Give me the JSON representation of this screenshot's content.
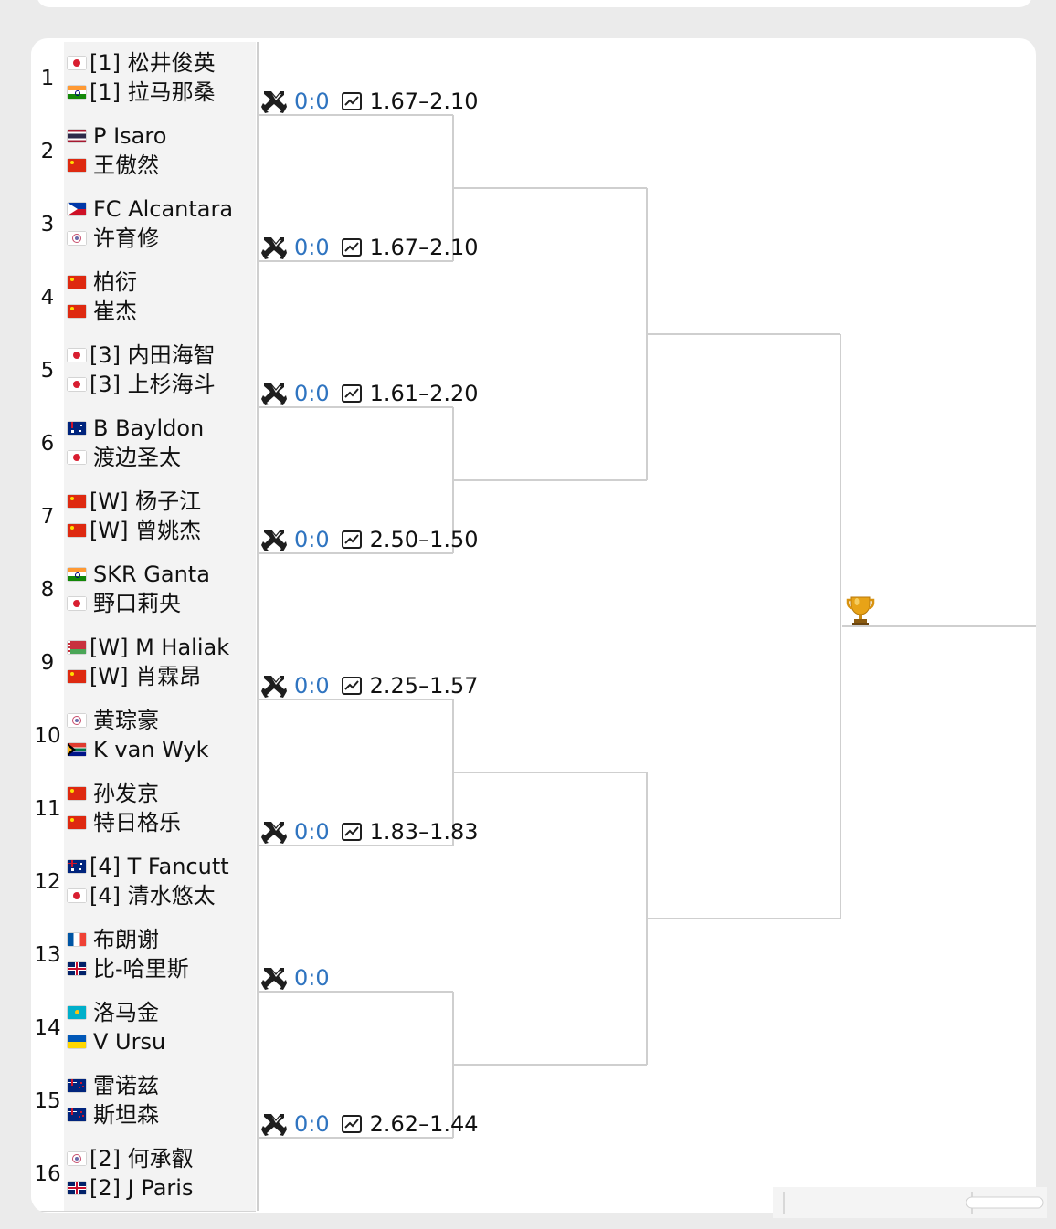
{
  "bracket": {
    "slots": [
      {
        "num": "1",
        "players": [
          {
            "name": "[1] 松井俊英",
            "flag": "jp",
            "seeded": true
          },
          {
            "name": "[1] 拉马那桑",
            "flag": "in",
            "seeded": true
          }
        ]
      },
      {
        "num": "2",
        "players": [
          {
            "name": "P Isaro",
            "flag": "th",
            "seeded": false
          },
          {
            "name": "王傲然",
            "flag": "cn",
            "seeded": false
          }
        ]
      },
      {
        "num": "3",
        "players": [
          {
            "name": "FC Alcantara",
            "flag": "ph",
            "seeded": false
          },
          {
            "name": "许育修",
            "flag": "tpe",
            "seeded": false
          }
        ]
      },
      {
        "num": "4",
        "players": [
          {
            "name": "柏衍",
            "flag": "cn",
            "seeded": false
          },
          {
            "name": "崔杰",
            "flag": "cn",
            "seeded": false
          }
        ]
      },
      {
        "num": "5",
        "players": [
          {
            "name": "[3] 内田海智",
            "flag": "jp",
            "seeded": true
          },
          {
            "name": "[3] 上杉海斗",
            "flag": "jp",
            "seeded": true
          }
        ]
      },
      {
        "num": "6",
        "players": [
          {
            "name": "B Bayldon",
            "flag": "au",
            "seeded": false
          },
          {
            "name": "渡边圣太",
            "flag": "jp",
            "seeded": false
          }
        ]
      },
      {
        "num": "7",
        "players": [
          {
            "name": "[W] 杨子江",
            "flag": "cn",
            "seeded": true
          },
          {
            "name": "[W] 曾姚杰",
            "flag": "cn",
            "seeded": true
          }
        ]
      },
      {
        "num": "8",
        "players": [
          {
            "name": "SKR Ganta",
            "flag": "in",
            "seeded": false
          },
          {
            "name": "野口莉央",
            "flag": "jp",
            "seeded": false
          }
        ]
      },
      {
        "num": "9",
        "players": [
          {
            "name": "[W] M Haliak",
            "flag": "by",
            "seeded": true
          },
          {
            "name": "[W] 肖霖昂",
            "flag": "cn",
            "seeded": true
          }
        ]
      },
      {
        "num": "10",
        "players": [
          {
            "name": "黄琮豪",
            "flag": "tpe",
            "seeded": false
          },
          {
            "name": "K van Wyk",
            "flag": "za",
            "seeded": false
          }
        ]
      },
      {
        "num": "11",
        "players": [
          {
            "name": "孙发京",
            "flag": "cn",
            "seeded": false
          },
          {
            "name": "特日格乐",
            "flag": "cn",
            "seeded": false
          }
        ]
      },
      {
        "num": "12",
        "players": [
          {
            "name": "[4] T Fancutt",
            "flag": "au",
            "seeded": true
          },
          {
            "name": "[4] 清水悠太",
            "flag": "jp",
            "seeded": true
          }
        ]
      },
      {
        "num": "13",
        "players": [
          {
            "name": "布朗谢",
            "flag": "fr",
            "seeded": false
          },
          {
            "name": "比-哈里斯",
            "flag": "gb",
            "seeded": false
          }
        ]
      },
      {
        "num": "14",
        "players": [
          {
            "name": "洛马金",
            "flag": "kz",
            "seeded": false
          },
          {
            "name": "V Ursu",
            "flag": "ua",
            "seeded": false
          }
        ]
      },
      {
        "num": "15",
        "players": [
          {
            "name": "雷诺兹",
            "flag": "nz",
            "seeded": false
          },
          {
            "name": "斯坦森",
            "flag": "nz",
            "seeded": false
          }
        ]
      },
      {
        "num": "16",
        "players": [
          {
            "name": "[2] 何承叡",
            "flag": "tpe",
            "seeded": true
          },
          {
            "name": "[2] J Paris",
            "flag": "gb",
            "seeded": true
          }
        ]
      }
    ],
    "matches": [
      {
        "score": "0:0",
        "odds": "1.67–2.10",
        "has_odds": true
      },
      {
        "score": "0:0",
        "odds": "1.67–2.10",
        "has_odds": true
      },
      {
        "score": "0:0",
        "odds": "1.61–2.20",
        "has_odds": true
      },
      {
        "score": "0:0",
        "odds": "2.50–1.50",
        "has_odds": true
      },
      {
        "score": "0:0",
        "odds": "2.25–1.57",
        "has_odds": true
      },
      {
        "score": "0:0",
        "odds": "1.83–1.83",
        "has_odds": true
      },
      {
        "score": "0:0",
        "odds": "",
        "has_odds": false
      },
      {
        "score": "0:0",
        "odds": "2.62–1.44",
        "has_odds": true
      }
    ],
    "icons": {
      "match": "crossed-swords-icon",
      "odds": "line-chart-icon",
      "final": "trophy-icon"
    }
  },
  "colors": {
    "score": "#2f74c0",
    "bracket_line": "#cfcfcf",
    "slot_bg": "#f3f3f3",
    "page_bg": "#ebebeb"
  }
}
